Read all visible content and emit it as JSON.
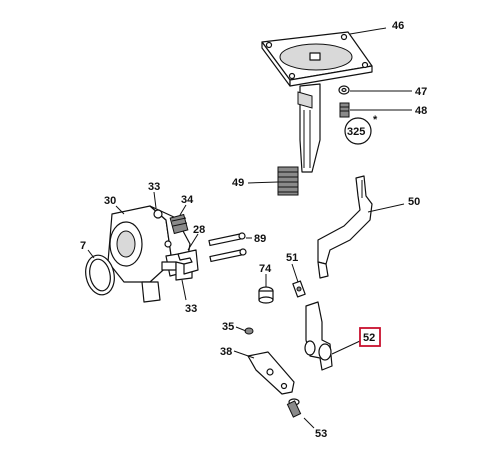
{
  "callouts": {
    "c46": "46",
    "c47": "47",
    "c48": "48",
    "c325": "325",
    "c325_mark": "*",
    "c49": "49",
    "c50": "50",
    "c30": "30",
    "c33a": "33",
    "c34": "34",
    "c28": "28",
    "c89": "89",
    "c7": "7",
    "c33b": "33",
    "c74": "74",
    "c51": "51",
    "c35": "35",
    "c38": "38",
    "c52": "52",
    "c53": "53"
  },
  "highlight_color": "#c8102e"
}
